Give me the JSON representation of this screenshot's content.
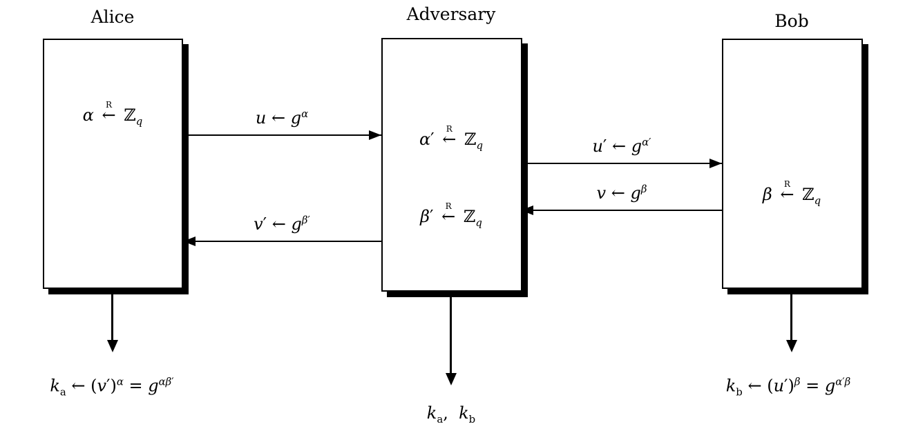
{
  "colors": {
    "ink": "#000000",
    "background": "#ffffff"
  },
  "boxes": {
    "alice": {
      "title": "Alice",
      "formula_html": "<i>α</i> <span class='xarr'><span class='xr'>R</span>←</span> ℤ<sub><i>q</i></sub>"
    },
    "adversary": {
      "title": "Adversary",
      "formula1_html": "<i>α</i>′ <span class='xarr'><span class='xr'>R</span>←</span> ℤ<sub><i>q</i></sub>",
      "formula2_html": "<i>β</i>′ <span class='xarr'><span class='xr'>R</span>←</span> ℤ<sub><i>q</i></sub>"
    },
    "bob": {
      "title": "Bob",
      "formula_html": "<i>β</i> <span class='xarr'><span class='xr'>R</span>←</span> ℤ<sub><i>q</i></sub>"
    }
  },
  "messages": {
    "alice_to_adversary": "<i>u</i> ← <i>g</i><sup><i>α</i></sup>",
    "adversary_to_bob": "<i>u</i>′ ← <i>g</i><sup><i>α</i>′</sup>",
    "bob_to_adversary": "<i>v</i> ← <i>g</i><sup><i>β</i></sup>",
    "adversary_to_alice": "<i>v</i>′ ← <i>g</i><sup><i>β</i>′</sup>"
  },
  "outputs": {
    "alice": "<i>k</i><sub>a</sub> ← (<i>v</i>′)<sup><i>α</i></sup> = <i>g</i><sup><i>αβ</i>′</sup>",
    "adversary": "<i>k</i><sub>a</sub>,&nbsp; <i>k</i><sub>b</sub>",
    "bob": "<i>k</i><sub>b</sub> ← (<i>u</i>′)<sup><i>β</i></sup> = <i>g</i><sup><i>α</i>′<i>β</i></sup>"
  }
}
